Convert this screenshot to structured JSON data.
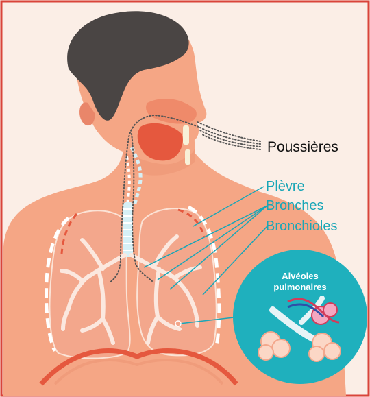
{
  "labels": {
    "dust": "Poussières",
    "pleura": "Plèvre",
    "bronchi": "Bronches",
    "bronchioles": "Bronchioles"
  },
  "inset": {
    "title_line1": "Alvéoles",
    "title_line2": "pulmonaires"
  },
  "colors": {
    "frame": "#d9443a",
    "background": "#fbeee6",
    "skin": "#f5a685",
    "skin_dark": "#e9866a",
    "hair": "#4a4544",
    "lung_fill": "#f3a78c",
    "lung_outline": "#fbe3d6",
    "airway": "#d6f0f6",
    "label_teal": "#1aa6b7",
    "inset_circle": "#1fb0bd",
    "dust_dots": "#555555"
  }
}
